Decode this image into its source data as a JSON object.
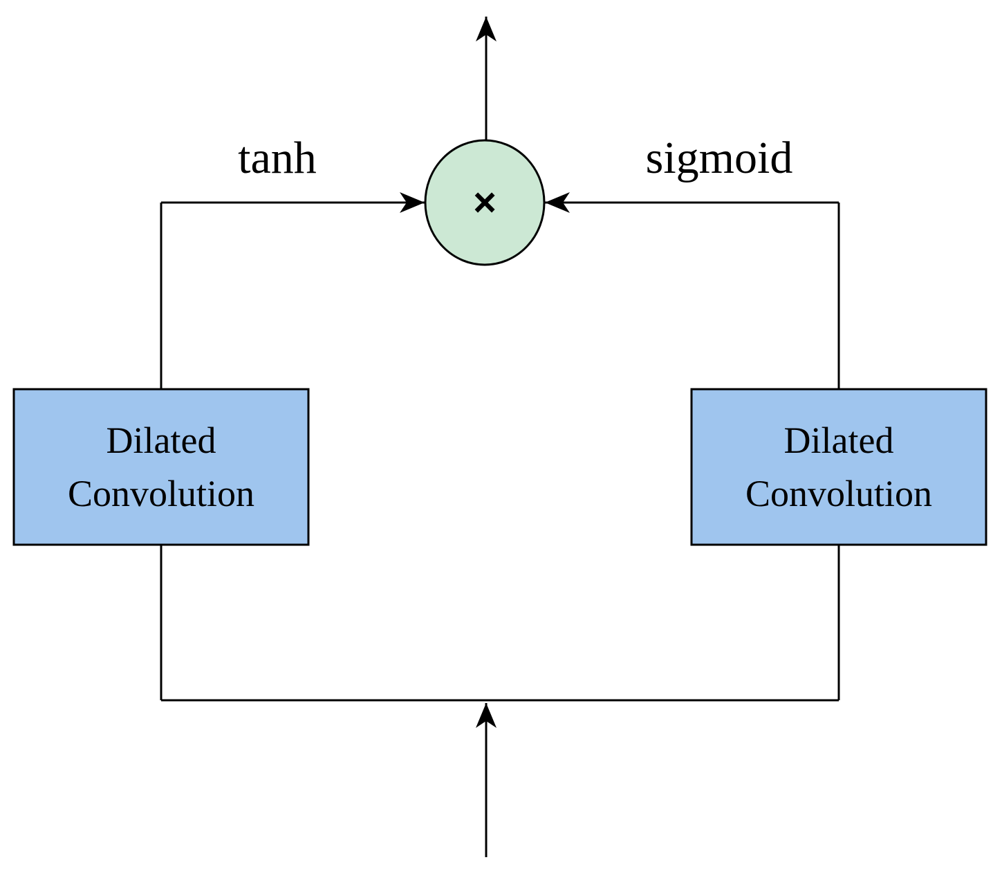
{
  "diagram": {
    "left_activation": "tanh",
    "right_activation": "sigmoid",
    "left_block": {
      "line1": "Dilated",
      "line2": "Convolution"
    },
    "right_block": {
      "line1": "Dilated",
      "line2": "Convolution"
    },
    "operator_symbol": "×",
    "colors": {
      "block_fill": "#9fc5ee",
      "node_fill": "#cce8d4",
      "line": "#000000"
    }
  }
}
